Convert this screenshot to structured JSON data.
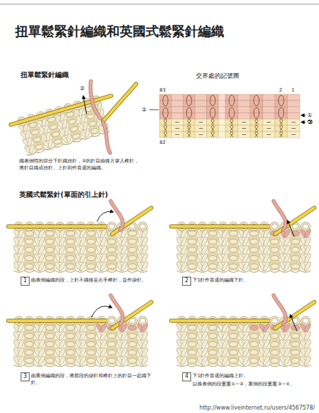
{
  "diagram": {
    "title": "扭單鬆緊針編織和英國式鬆緊針編織",
    "nodes": [
      {
        "text": [
          "1"
        ]
      },
      {
        "text": [
          "2"
        ]
      },
      {
        "text": [
          "3"
        ]
      },
      {
        "text": [
          "4"
        ]
      }
    ],
    "labels": [
      "扭單鬆緊針編織",
      "②",
      "織表側時的部分下針織扭針，②的針目由後方穿入棒針，將針目織成扭針。上針則作普通的編織。",
      "交界處的記號圖",
      "83",
      "2",
      "1",
      "②",
      "①",
      "㉖",
      "82",
      "英國式鬆緊針(單面的引上針)",
      "由表側編織的段，上針不織移至右手棒針，並作掛針。",
      "下1針作普通的編織下針。",
      "由裏側編織的段，將前段的掛針和棒針上的針目一起織下針。",
      "下1針作普通的編織上針。",
      "以後表側的段重覆①~②，裏側的段重覆③~④。",
      "http://www.liveinternet.ru/users/4567578/"
    ]
  }
}
